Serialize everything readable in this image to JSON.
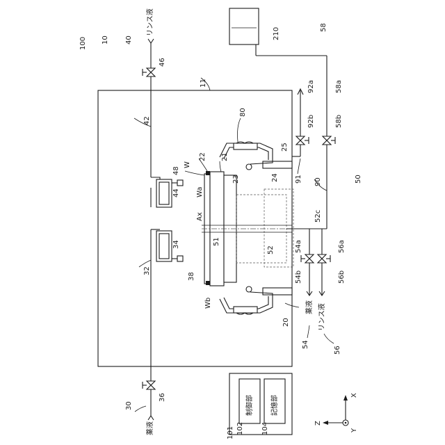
{
  "labels": {
    "system": "100",
    "unit": "10",
    "chamber": "11",
    "holder": "20",
    "spin_base": "21",
    "chuck_pin": "22",
    "shaft": "23",
    "motor": "24",
    "bearing": "25",
    "chem_supply": "30",
    "chem_pipe_lower": "32",
    "chem_nozzle": "34",
    "chem_valve": "36",
    "chem_nozzle_tip": "38",
    "rinse_supply": "40",
    "rinse_pipe_upper": "42",
    "rinse_nozzle": "44",
    "rinse_valve": "46",
    "rinse_nozzle_tip": "48",
    "back_supply": "50",
    "center_nozzle": "51",
    "center_pipe": "52",
    "branch": "52c",
    "chem_line": "54",
    "chem_valve_a": "54a",
    "chem_valve_b": "54b",
    "rinse_line": "56",
    "rinse_valve_a": "56a",
    "rinse_valve_b": "56b",
    "tank_line": "58",
    "tank_valve_a": "58a",
    "tank_valve_b": "58b",
    "cup": "80",
    "recover": "90",
    "recover_pipe": "91",
    "recover_out": "92a",
    "recover_valve": "92b",
    "controller": "101",
    "control_unit": "102",
    "storage_unit": "104",
    "tank": "210",
    "axis": "Ax",
    "wafer": "W",
    "wafer_top": "Wa",
    "wafer_bottom": "Wb",
    "rinse_text_top": "リンス液",
    "chem_text_bottom": "薬液",
    "chem_text_right": "薬液",
    "rinse_text_right": "リンス液",
    "control_text": "制御部",
    "storage_text": "記憶部",
    "axis_x": "X",
    "axis_y": "Y",
    "axis_z": "Z"
  }
}
